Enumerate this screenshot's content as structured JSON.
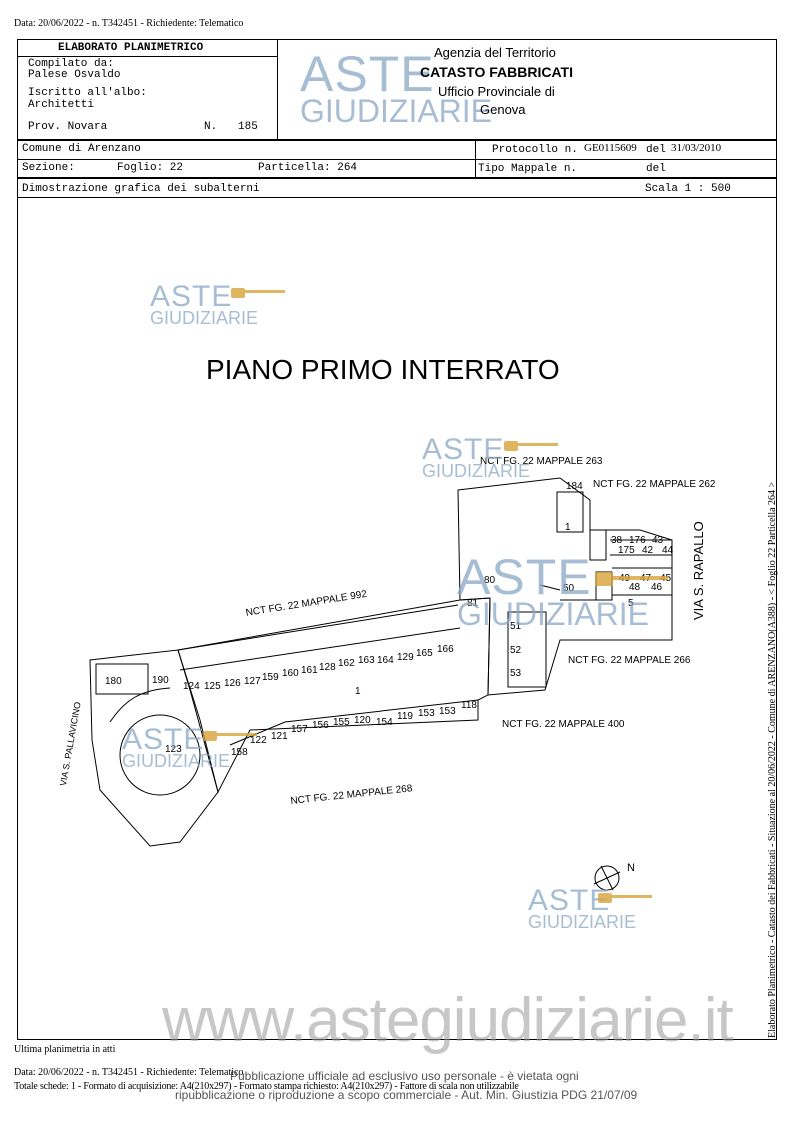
{
  "top_line": "Data: 20/06/2022 - n. T342451 - Richiedente: Telematico",
  "header": {
    "title": "ELABORATO PLANIMETRICO",
    "compilato_label": "Compilato da:",
    "compilato_name": "Palese Osvaldo",
    "iscritto_label": "Iscritto all'albo:",
    "iscritto_value": "Architetti",
    "prov_label": "Prov. Novara",
    "n_label": "N.",
    "n_value": "185",
    "agency_line1": "Agenzia del Territorio",
    "agency_line2": "CATASTO FABBRICATI",
    "agency_line3": "Ufficio Provinciale di",
    "agency_line4": "Genova"
  },
  "info": {
    "comune": "Comune di Arenzano",
    "sezione_label": "Sezione:",
    "foglio": "Foglio: 22",
    "particella": "Particella: 264",
    "protocollo_label": "Protocollo n.",
    "protocollo_value": "GE0115609",
    "del_label": "del",
    "protocollo_date": "31/03/2010",
    "tipo_mappale_label": "Tipo Mappale n.",
    "tipo_del_label": "del",
    "dimostrazione": "Dimostrazione grafica dei subalterni",
    "scala": "Scala 1 : 500"
  },
  "plan": {
    "title": "PIANO PRIMO INTERRATO",
    "neighbors": {
      "m263": "NCT FG. 22 MAPPALE 263",
      "m262": "NCT FG. 22 MAPPALE 262",
      "m992": "NCT FG. 22 MAPPALE 992",
      "m266": "NCT FG. 22 MAPPALE 266",
      "m400": "NCT FG. 22 MAPPALE 400",
      "m268": "NCT FG. 22 MAPPALE 268"
    },
    "streets": {
      "rapallo": "VIA S. RAPALLO",
      "pallavicino": "VIA S. PALLAVICINO"
    },
    "north": "N",
    "subalterni": {
      "s184": "184",
      "s1a": "1",
      "s38": "38",
      "s176": "176",
      "s43": "43",
      "s175": "175",
      "s42": "42",
      "s44": "44",
      "s49": "49",
      "s47": "47",
      "s45": "45",
      "s48": "48",
      "s46": "46",
      "s80": "80",
      "s50": "50",
      "s5": "5",
      "s81": "81",
      "s51": "51",
      "s52": "52",
      "s53": "53",
      "s180": "180",
      "s190": "190",
      "s1b": "1",
      "s123": "123",
      "s158": "158",
      "s122": "122",
      "s121": "121",
      "s157": "157",
      "s156": "156",
      "s155": "155",
      "s120": "120",
      "s154": "154",
      "s119": "119",
      "s153a": "153",
      "s153b": "153",
      "s118": "118",
      "upper_row": [
        "124",
        "125",
        "126",
        "127",
        "159",
        "160",
        "161",
        "128",
        "162",
        "163",
        "164",
        "129",
        "165",
        "166"
      ]
    }
  },
  "side_text": "Elaborato Planimetrico - Catasto dei Fabbricati - Situazione al 20/06/2022 - Comune di ARENZANO(A388) - < Foglio 22 Particella 264 >",
  "watermarks": {
    "aste": "ASTE",
    "giudiziarie": "GIUDIZIARIE",
    "site": "www.astegiudiziarie.it"
  },
  "footer": {
    "ultima": "Ultima planimetria in atti",
    "line1": "Data: 20/06/2022 - n. T342451 - Richiedente: Telematico",
    "line2": "Totale schede: 1 - Formato di acquisizione: A4(210x297) - Formato stampa richiesto: A4(210x297) - Fattore di scala non utilizzabile",
    "publication1": "Pubblicazione ufficiale ad esclusivo uso personale - è vietata ogni",
    "publication2": "ripubblicazione o riproduzione a scopo commerciale - Aut. Min. Giustizia PDG 21/07/09"
  },
  "colors": {
    "watermark_blue": "#8aa7c6",
    "gavel_gold": "#d9a33a",
    "site_grey": "#9a9a9a"
  }
}
